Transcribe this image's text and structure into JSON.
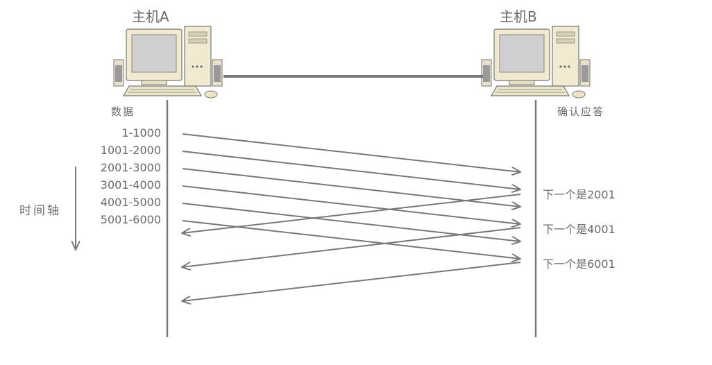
{
  "hosts": {
    "a_label": "主机A",
    "b_label": "主机B"
  },
  "columns": {
    "left": "数据",
    "right": "确认应答"
  },
  "time_axis": "时间轴",
  "segments": [
    "1-1000",
    "1001-2000",
    "2001-3000",
    "3001-4000",
    "4001-5000",
    "5001-6000"
  ],
  "acks": [
    "下一个是2001",
    "下一个是4001",
    "下一个是6001"
  ],
  "colors": {
    "line": "#787878",
    "text": "#6a6a6a",
    "monitor_body": "#f1ead0",
    "monitor_screen": "#cfcfcf",
    "case_body": "#f1ead0"
  }
}
